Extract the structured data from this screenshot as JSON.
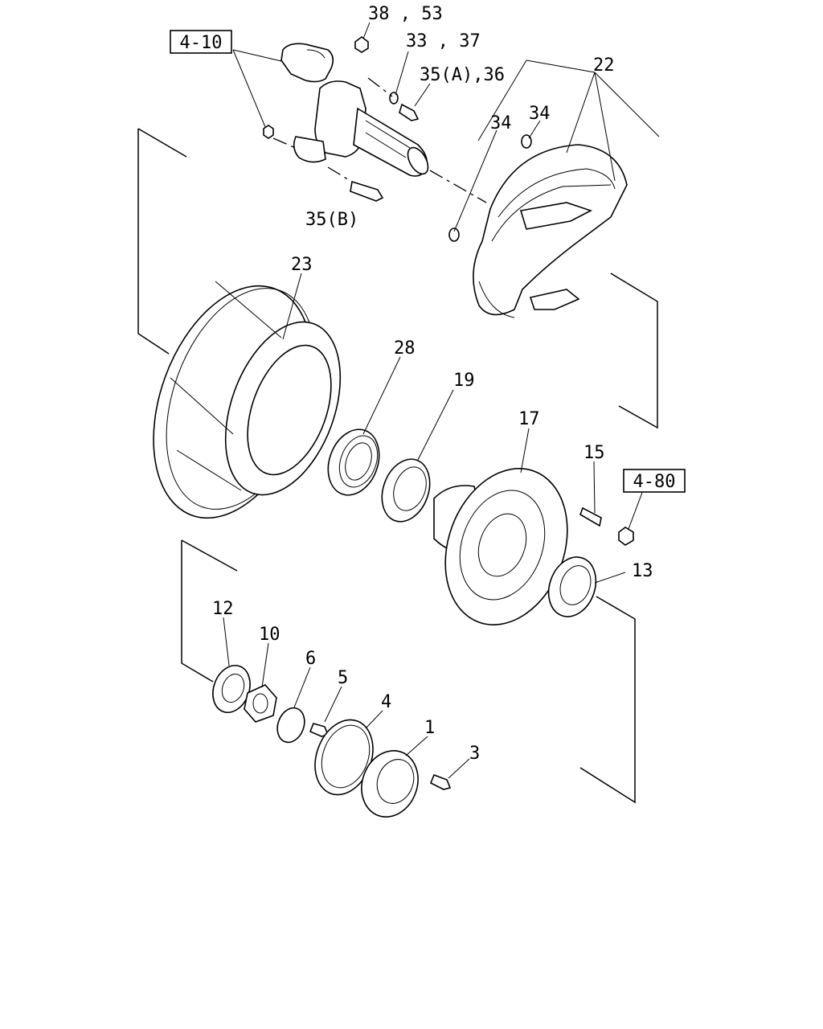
{
  "labels": {
    "l_38_53": "38 , 53",
    "l_33_37": "33 , 37",
    "l_35a_36": "35(A),36",
    "l_22": "22",
    "l_34a": "34",
    "l_34b": "34",
    "l_35b": "35(B)",
    "l_23": "23",
    "l_28": "28",
    "l_19": "19",
    "l_17": "17",
    "l_15": "15",
    "l_13": "13",
    "l_12": "12",
    "l_10": "10",
    "l_6": "6",
    "l_5": "5",
    "l_4": "4",
    "l_1": "1",
    "l_3": "3"
  },
  "refs": {
    "ref_4_10": "4-10",
    "ref_4_80": "4-80"
  }
}
